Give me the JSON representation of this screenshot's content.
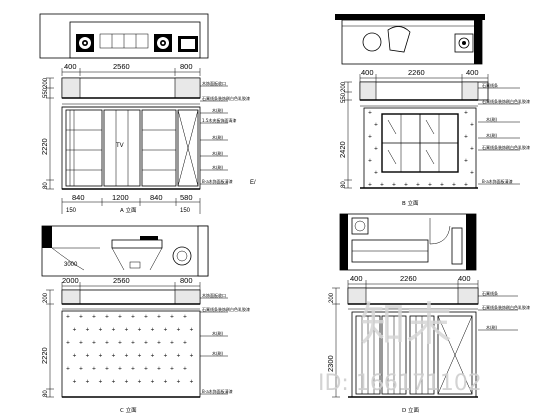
{
  "elevations": {
    "a": {
      "top_dims": [
        "400",
        "2560",
        "800"
      ],
      "left_dims": [
        "200",
        "550",
        "2220",
        "80"
      ],
      "bottom_dims": [
        "840",
        "1200",
        "840",
        "580"
      ],
      "bottom_sub": [
        "150",
        "150"
      ],
      "caption": "A 立面",
      "notes": [
        "木饰面板收口",
        "石膏线条装饰刷白色乳胶漆",
        "木(刷)",
        "1.5木夹板饰面清漆",
        "木(刷)",
        "木(刷)",
        "木(刷)",
        "B-a木饰面板清漆"
      ],
      "center_label": "TV",
      "aux": "E/",
      "small_label": "3000"
    },
    "b": {
      "top_dims": [
        "400",
        "2260",
        "400"
      ],
      "left_dims": [
        "200",
        "550",
        "2420",
        "80"
      ],
      "caption": "B 立面",
      "notes": [
        "石膏线条",
        "石膏线条装饰刷白色乳胶漆",
        "木(刷)",
        "木(刷)",
        "石膏线条装饰刷白色乳胶漆",
        "B-a木饰面板清漆"
      ]
    },
    "c": {
      "top_dims": [
        "2000",
        "2560",
        "800"
      ],
      "left_dims": [
        "200",
        "2220",
        "80"
      ],
      "caption": "C 立面",
      "notes": [
        "木饰面板收口",
        "石膏线条装饰刷白色乳胶漆",
        "木(刷)",
        "木(刷)",
        "B-a木饰面板清漆"
      ]
    },
    "d": {
      "top_dims": [
        "400",
        "2260",
        "400"
      ],
      "left_dims": [
        "200",
        "2300"
      ],
      "caption": "D 立面",
      "notes": [
        "石膏线条",
        "石膏线条装饰刷白色乳胶漆",
        "木(刷)"
      ]
    }
  },
  "watermark": {
    "logo": "知末",
    "id": "ID: 166171102"
  }
}
